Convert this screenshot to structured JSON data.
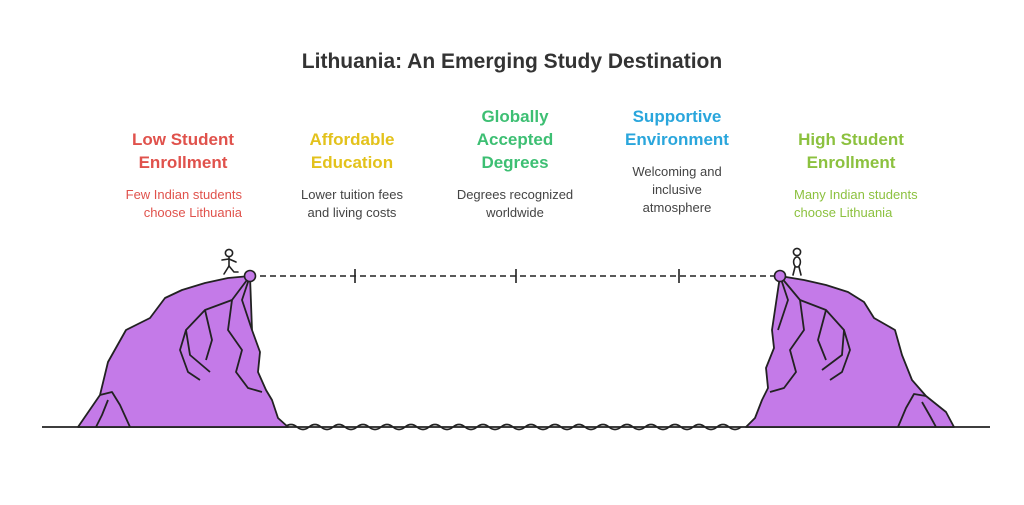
{
  "title": "Lithuania: An Emerging Study Destination",
  "stages": [
    {
      "heading_lines": [
        "Low Student",
        "Enrollment"
      ],
      "description_lines": [
        "Few Indian students",
        "choose Lithuania"
      ],
      "color": "#e0524c"
    },
    {
      "heading_lines": [
        "Affordable",
        "Education"
      ],
      "description_lines": [
        "Lower tuition fees",
        "and living costs"
      ],
      "color": "#e3c21c"
    },
    {
      "heading_lines": [
        "Globally",
        "Accepted",
        "Degrees"
      ],
      "description_lines": [
        "Degrees recognized",
        "worldwide"
      ],
      "color": "#3dbf73"
    },
    {
      "heading_lines": [
        "Supportive",
        "Environment"
      ],
      "description_lines": [
        "Welcoming and",
        "inclusive",
        "atmosphere"
      ],
      "color": "#2aa6dc"
    },
    {
      "heading_lines": [
        "High Student",
        "Enrollment"
      ],
      "description_lines": [
        "Many Indian students",
        "choose Lithuania"
      ],
      "color": "#8cc13f"
    }
  ],
  "colors": {
    "cliff_fill": "#c47ae8",
    "outline": "#222222",
    "title": "#333333"
  },
  "icons": {
    "left_figure": "walking-person-icon",
    "right_figure": "standing-person-icon"
  }
}
